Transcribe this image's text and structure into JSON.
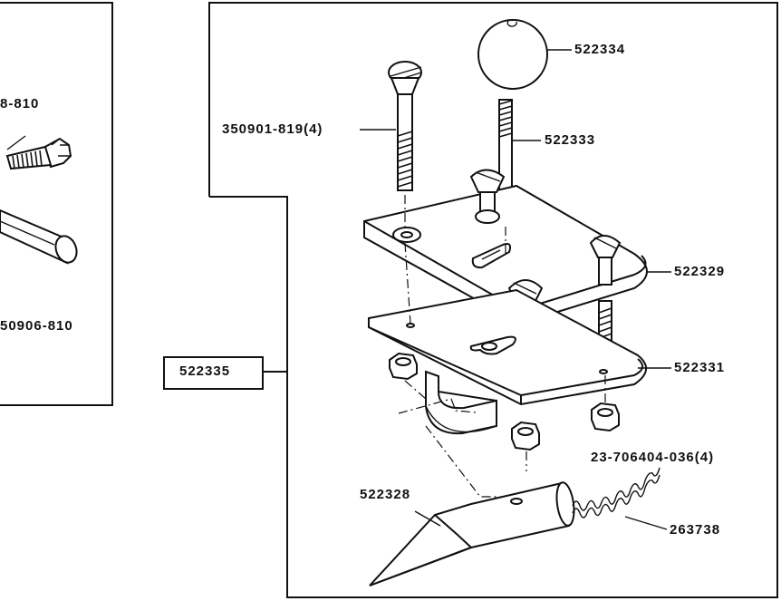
{
  "left_panel": {
    "label_top": "8-810",
    "label_bottom": "50906-810"
  },
  "main_panel": {
    "callouts": {
      "ball_knob": "522334",
      "shift_rod": "522333",
      "screw": "350901-819(4)",
      "top_plate": "522329",
      "bottom_plate": "522331",
      "nuts": "23-706404-036(4)",
      "latch": "522328",
      "spring": "263738"
    }
  },
  "assembly_box": {
    "label": "522335"
  }
}
